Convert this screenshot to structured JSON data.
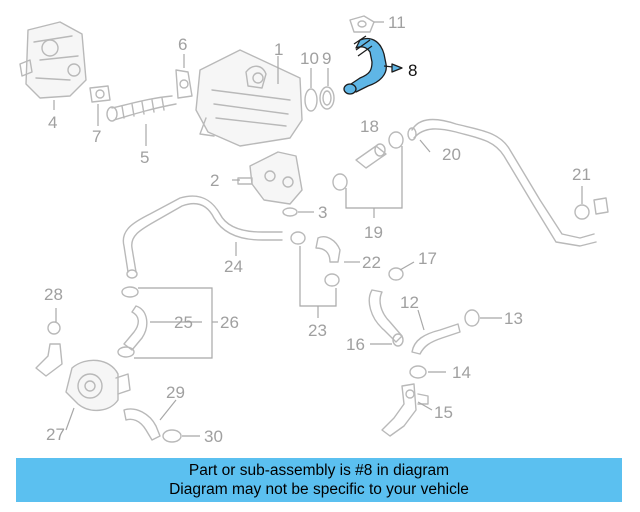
{
  "diagram": {
    "highlight_color": "#5bc0f0",
    "part_numbers": [
      "1",
      "2",
      "3",
      "4",
      "5",
      "6",
      "7",
      "8",
      "9",
      "10",
      "11",
      "12",
      "13",
      "14",
      "15",
      "16",
      "17",
      "18",
      "19",
      "20",
      "21",
      "22",
      "23",
      "24",
      "25",
      "26",
      "27",
      "28",
      "29",
      "30"
    ],
    "highlighted_part": "8"
  },
  "banner": {
    "line1": "Part or sub-assembly is #8 in diagram",
    "line2": "Diagram may not be specific to your vehicle"
  }
}
